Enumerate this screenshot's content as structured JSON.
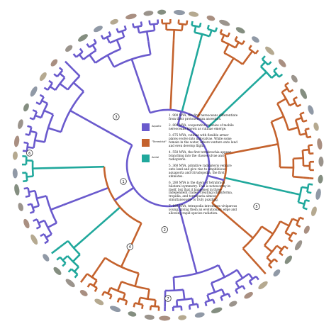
{
  "colors": {
    "aquatic": "#6a5acd",
    "terrestrial": "#c4622d",
    "aerial": "#20a89c",
    "node_stroke": "#333333"
  },
  "legend": [
    {
      "label": "Aquatic",
      "color": "#6a5acd"
    },
    {
      "label": "\"Terrestrial\"",
      "color": "#c4622d"
    },
    {
      "label": "Aerial",
      "color": "#20a89c"
    }
  ],
  "notes": [
    "1. 900 MYA, the first nereoceans differentiate from their protonereran ancestors.",
    "2. 800 MYA, cooperative colonies of mobile nereoceans known as cutinae emerge.",
    "3. 675 MYA, cutinae with flexible armor plates evolve into nidovalvae. While some remain in the water, others venture onto land and even develop flight.",
    "4. 550 MYA, the first tetrabrachia appear, branching into the classes ulvae and radiopteris.",
    "5. 360 MYA, primitive radiopteris venture onto land and give rise to amphibious aquaporta and trirudopodia, the first amniotes.",
    "6. 280 MYA is the dawn of tetrabrach bilateral symmetry. This is noteworthy in itself, but that it happened in three independent clades- creating ichthyforma, tropidia, and tornoparia almost simultaneously- is truly puzzling.",
    "7. 180 MYA, tetrapodia introduces viviparous young, giving them an evolutionary edge and allowing rapid species radiation."
  ],
  "node_labels": [
    "1",
    "2",
    "3",
    "4",
    "5",
    "6",
    "7"
  ]
}
